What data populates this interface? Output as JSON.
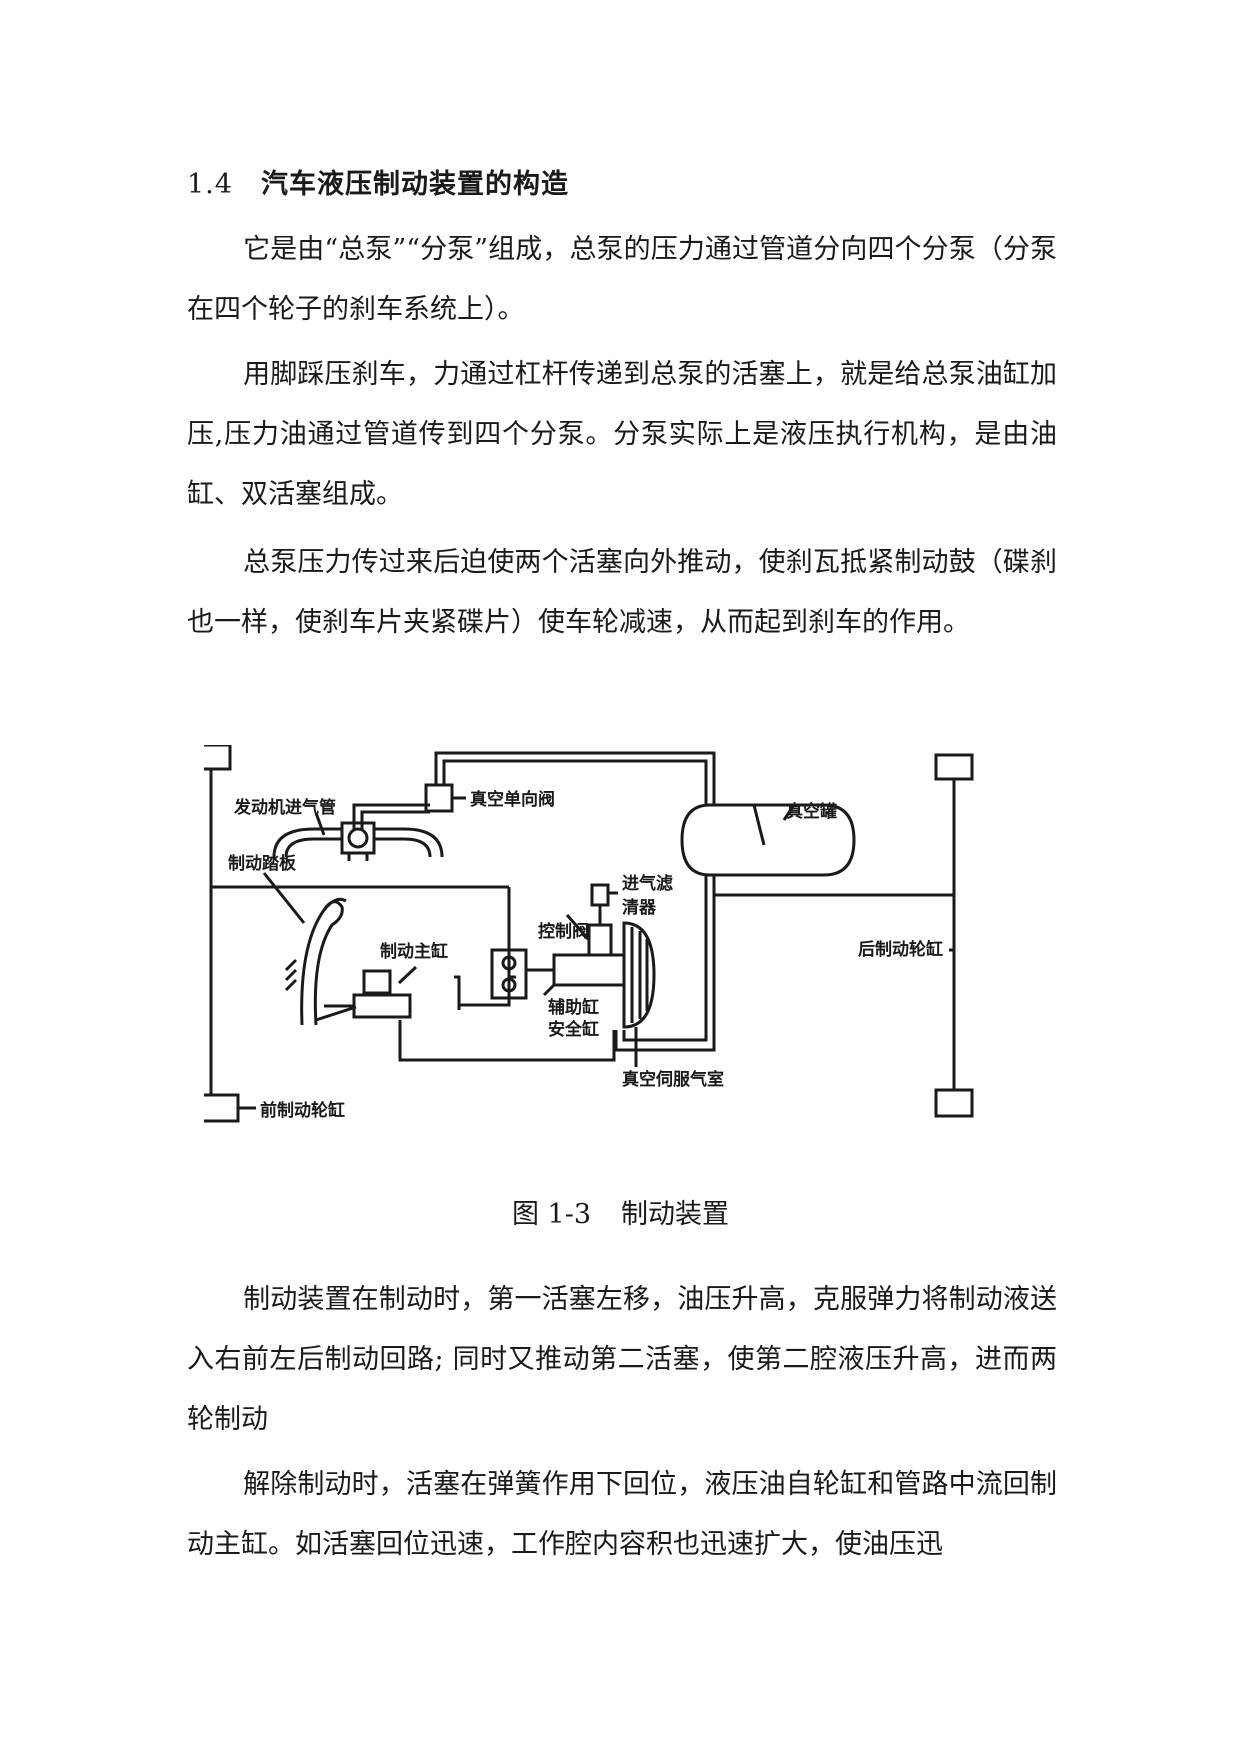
{
  "heading": {
    "number": "1.4",
    "title": "汽车液压制动装置的构造"
  },
  "paragraphs": {
    "p1": "它是由“总泵”“分泵”组成，总泵的压力通过管道分向四个分泵（分泵在四个轮子的刹车系统上）。",
    "p2": "用脚踩压刹车，力通过杠杆传递到总泵的活塞上，就是给总泵油缸加压,压力油通过管道传到四个分泵。分泵实际上是液压执行机构，是由油缸、双活塞组成。",
    "p3": "总泵压力传过来后迫使两个活塞向外推动，使刹瓦抵紧制动鼓（碟刹也一样，使刹车片夹紧碟片）使车轮减速，从而起到刹车的作用。",
    "p4": "制动装置在制动时，第一活塞左移，油压升高，克服弹力将制动液送入右前左后制动回路; 同时又推动第二活塞，使第二腔液压升高，进而两轮制动",
    "p5": "解除制动时，活塞在弹簧作用下回位，液压油自轮缸和管路中流回制动主缸。如活塞回位迅速，工作腔内容积也迅速扩大，使油压迅"
  },
  "figure": {
    "caption_number": "图 1-3",
    "caption_title": "制动装置",
    "labels": {
      "engine_intake": "发动机进气管",
      "vacuum_check_valve": "真空单向阀",
      "vacuum_tank": "真空罐",
      "air_filter_line1": "进气滤",
      "air_filter_line2": "清器",
      "brake_pedal": "制动踏板",
      "control_valve": "控制阀",
      "master_cylinder": "制动主缸",
      "aux_cylinder": "辅助缸",
      "safety_cylinder": "安全缸",
      "rear_wheel_cylinder": "后制动轮缸",
      "front_wheel_cylinder": "前制动轮缸",
      "vacuum_servo": "真空伺服气室"
    }
  }
}
